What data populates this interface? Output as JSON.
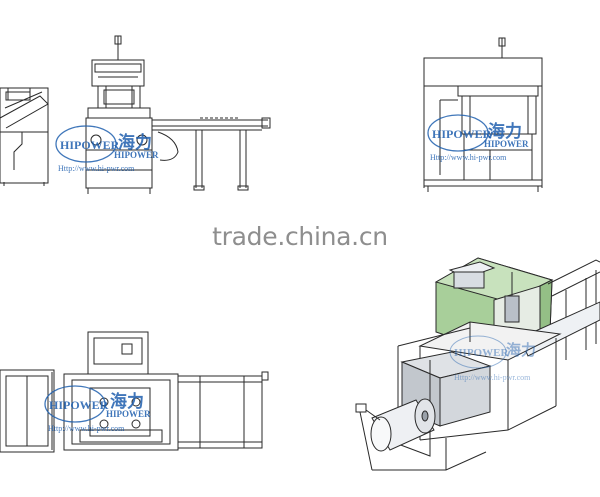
{
  "watermark": {
    "brand": "HIPOWER",
    "logo_cn": "海力",
    "url": "Http://www.hi-pwr.com",
    "site": "trade.china.cn"
  },
  "colors": {
    "line": "#2a2a2a",
    "watermark_blue": "#1f5fae",
    "machine_green": "#a8cf9a",
    "machine_gray": "#cfd2d6"
  },
  "views": [
    {
      "id": "front-view"
    },
    {
      "id": "side-view"
    },
    {
      "id": "top-view"
    },
    {
      "id": "iso-view"
    }
  ]
}
